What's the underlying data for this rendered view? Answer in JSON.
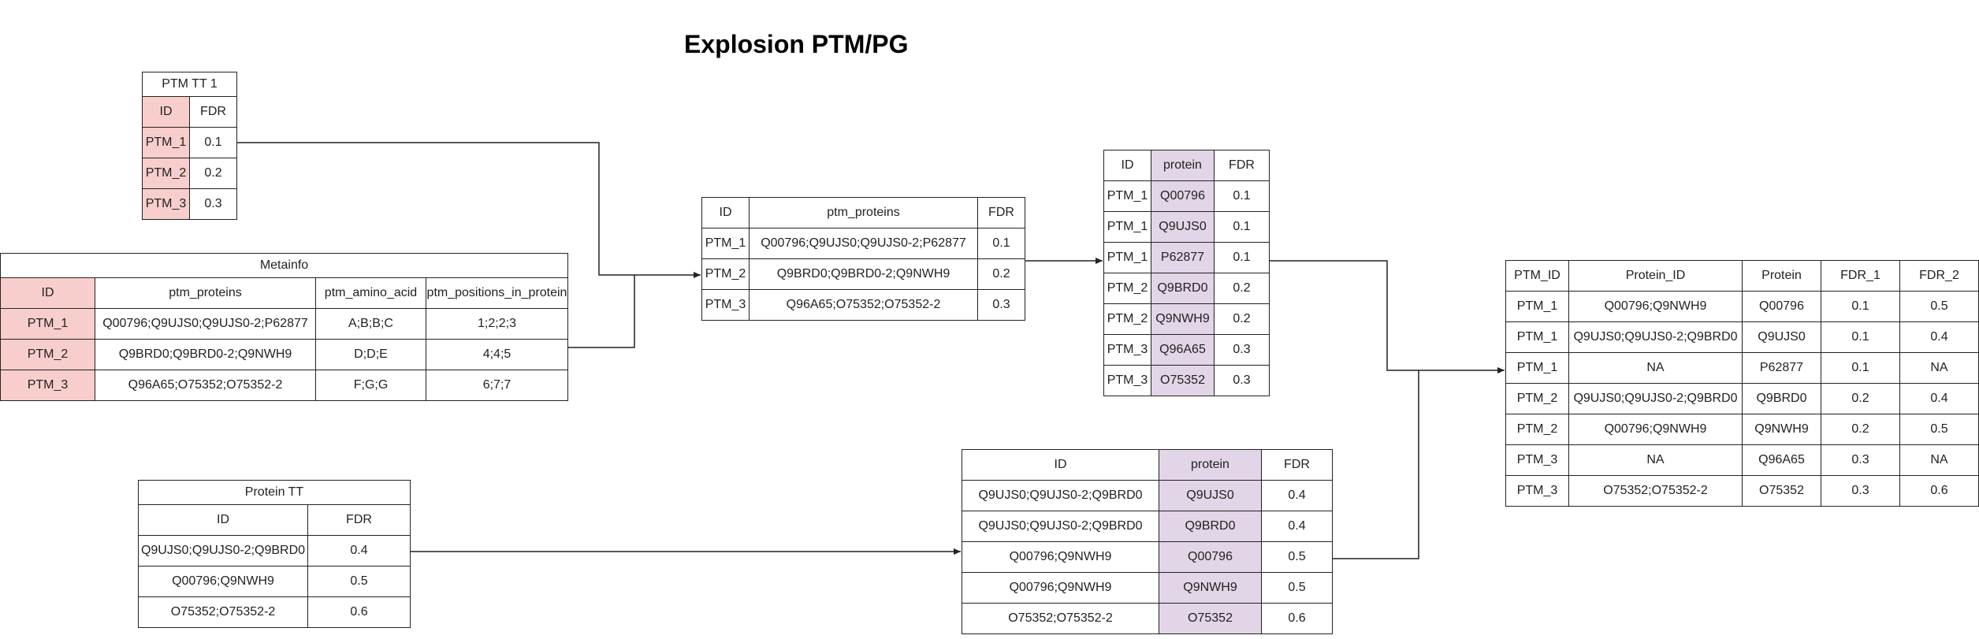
{
  "title": "Explosion PTM/PG",
  "ptm_tt1": {
    "caption": "PTM TT 1",
    "headers": [
      "ID",
      "FDR"
    ],
    "rows": [
      [
        "PTM_1",
        "0.1"
      ],
      [
        "PTM_2",
        "0.2"
      ],
      [
        "PTM_3",
        "0.3"
      ]
    ]
  },
  "metainfo": {
    "caption": "Metainfo",
    "headers": [
      "ID",
      "ptm_proteins",
      "ptm_amino_acid",
      "ptm_positions_in_protein"
    ],
    "rows": [
      [
        "PTM_1",
        "Q00796;Q9UJS0;Q9UJS0-2;P62877",
        "A;B;B;C",
        "1;2;2;3"
      ],
      [
        "PTM_2",
        "Q9BRD0;Q9BRD0-2;Q9NWH9",
        "D;D;E",
        "4;4;5"
      ],
      [
        "PTM_3",
        "Q96A65;O75352;O75352-2",
        "F;G;G",
        "6;7;7"
      ]
    ]
  },
  "merged": {
    "headers": [
      "ID",
      "ptm_proteins",
      "FDR"
    ],
    "rows": [
      [
        "PTM_1",
        "Q00796;Q9UJS0;Q9UJS0-2;P62877",
        "0.1"
      ],
      [
        "PTM_2",
        "Q9BRD0;Q9BRD0-2;Q9NWH9",
        "0.2"
      ],
      [
        "PTM_3",
        "Q96A65;O75352;O75352-2",
        "0.3"
      ]
    ]
  },
  "exploded_ptm": {
    "headers": [
      "ID",
      "protein",
      "FDR"
    ],
    "rows": [
      [
        "PTM_1",
        "Q00796",
        "0.1"
      ],
      [
        "PTM_1",
        "Q9UJS0",
        "0.1"
      ],
      [
        "PTM_1",
        "P62877",
        "0.1"
      ],
      [
        "PTM_2",
        "Q9BRD0",
        "0.2"
      ],
      [
        "PTM_2",
        "Q9NWH9",
        "0.2"
      ],
      [
        "PTM_3",
        "Q96A65",
        "0.3"
      ],
      [
        "PTM_3",
        "O75352",
        "0.3"
      ]
    ]
  },
  "protein_tt": {
    "caption": "Protein TT",
    "headers": [
      "ID",
      "FDR"
    ],
    "rows": [
      [
        "Q9UJS0;Q9UJS0-2;Q9BRD0",
        "0.4"
      ],
      [
        "Q00796;Q9NWH9",
        "0.5"
      ],
      [
        "O75352;O75352-2",
        "0.6"
      ]
    ]
  },
  "exploded_pg": {
    "headers": [
      "ID",
      "protein",
      "FDR"
    ],
    "rows": [
      [
        "Q9UJS0;Q9UJS0-2;Q9BRD0",
        "Q9UJS0",
        "0.4"
      ],
      [
        "Q9UJS0;Q9UJS0-2;Q9BRD0",
        "Q9BRD0",
        "0.4"
      ],
      [
        "Q00796;Q9NWH9",
        "Q00796",
        "0.5"
      ],
      [
        "Q00796;Q9NWH9",
        "Q9NWH9",
        "0.5"
      ],
      [
        "O75352;O75352-2",
        "O75352",
        "0.6"
      ]
    ]
  },
  "result": {
    "headers": [
      "PTM_ID",
      "Protein_ID",
      "Protein",
      "FDR_1",
      "FDR_2"
    ],
    "rows": [
      [
        "PTM_1",
        "Q00796;Q9NWH9",
        "Q00796",
        "0.1",
        "0.5"
      ],
      [
        "PTM_1",
        "Q9UJS0;Q9UJS0-2;Q9BRD0",
        "Q9UJS0",
        "0.1",
        "0.4"
      ],
      [
        "PTM_1",
        "NA",
        "P62877",
        "0.1",
        "NA"
      ],
      [
        "PTM_2",
        "Q9UJS0;Q9UJS0-2;Q9BRD0",
        "Q9BRD0",
        "0.2",
        "0.4"
      ],
      [
        "PTM_2",
        "Q00796;Q9NWH9",
        "Q9NWH9",
        "0.2",
        "0.5"
      ],
      [
        "PTM_3",
        "NA",
        "Q96A65",
        "0.3",
        "NA"
      ],
      [
        "PTM_3",
        "O75352;O75352-2",
        "O75352",
        "0.3",
        "0.6"
      ]
    ]
  },
  "colors": {
    "id_highlight": "#f8cecc",
    "protein_highlight": "#e1d5e7",
    "connector": "#222222"
  }
}
